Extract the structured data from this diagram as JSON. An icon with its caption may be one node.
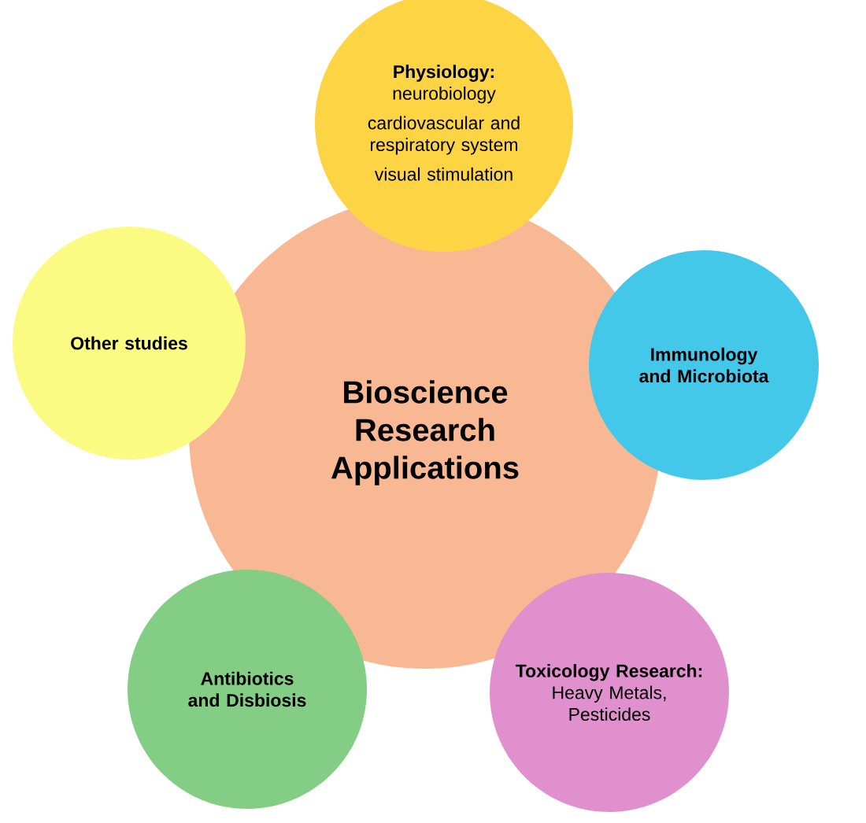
{
  "diagram": {
    "nodes": [
      {
        "text": [
          "Bioscience Research Applications"
        ]
      },
      {
        "text": [
          "Physiology:",
          "neurobiology",
          "cardiovascular and respiratory system",
          "visual stimulation"
        ]
      },
      {
        "text": [
          "Immunology and Microbiota"
        ]
      },
      {
        "text": [
          "Toxicology Research:",
          "Heavy Metals, Pesticides"
        ]
      },
      {
        "text": [
          "Antibiotics and Disbiosis"
        ]
      },
      {
        "text": [
          "Other studies"
        ]
      }
    ]
  }
}
